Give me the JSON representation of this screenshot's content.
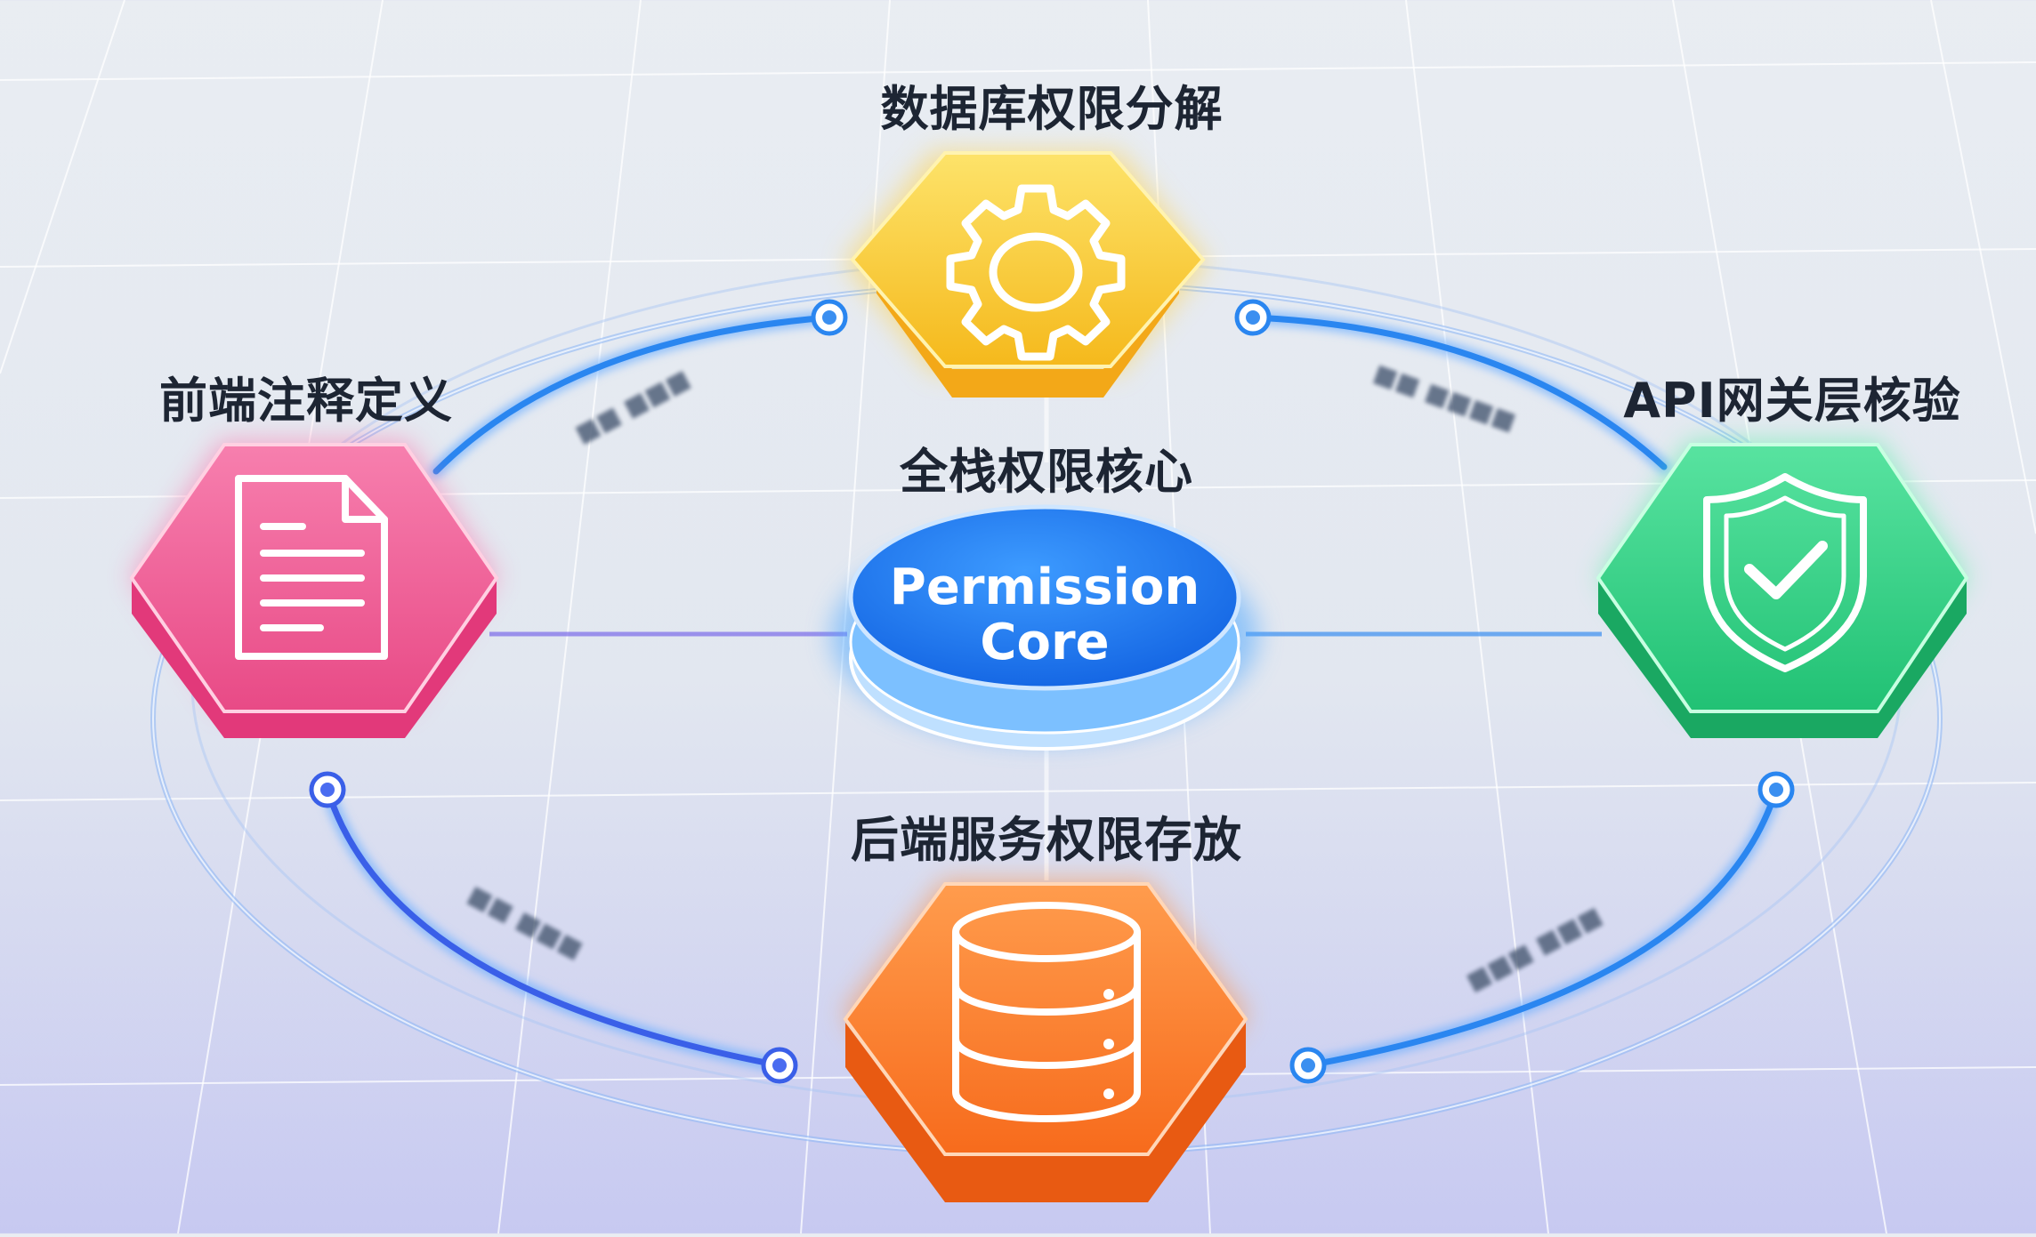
{
  "center": {
    "title": "全栈权限核心",
    "badge_line1": "Permission",
    "badge_line2": "Core",
    "color": "#1877f2"
  },
  "nodes": [
    {
      "id": "top",
      "label": "数据库权限分解",
      "icon": "gear-icon",
      "color": "#f7c531"
    },
    {
      "id": "left",
      "label": "前端注释定义",
      "icon": "document-icon",
      "color": "#ef5b93"
    },
    {
      "id": "right",
      "label": "API网关层核验",
      "icon": "shield-check-icon",
      "color": "#32cf83"
    },
    {
      "id": "bottom",
      "label": "后端服务权限存放",
      "icon": "database-icon",
      "color": "#fb7d2c"
    }
  ],
  "ring_color": "#2a86f0"
}
